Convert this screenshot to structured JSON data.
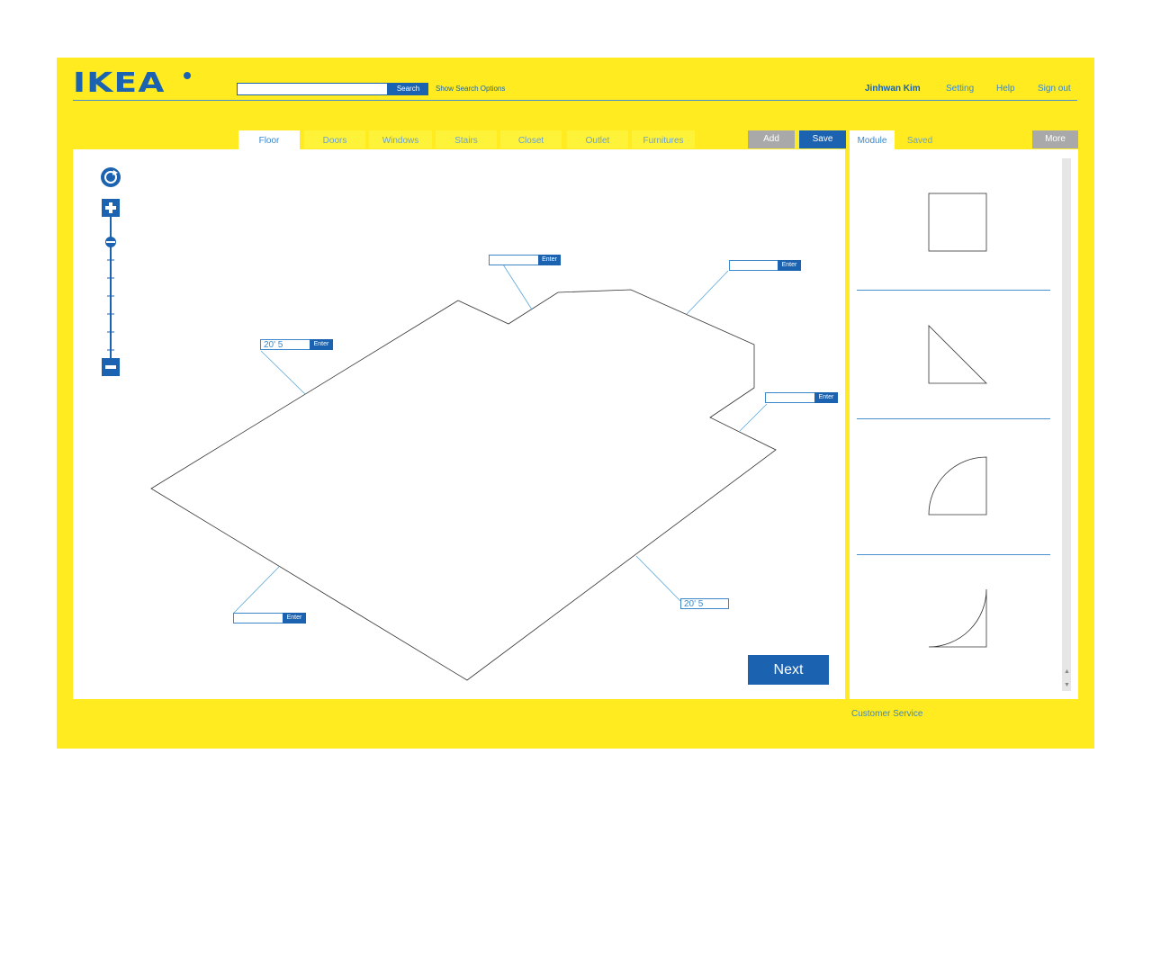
{
  "header": {
    "logo_text": "IKEA",
    "search": {
      "value": "",
      "button_label": "Search",
      "options_label": "Show Search Options"
    },
    "user_name": "Jinhwan Kim",
    "links": [
      "Setting",
      "Help",
      "Sign out"
    ]
  },
  "tabs": [
    {
      "label": "Floor",
      "active": true
    },
    {
      "label": "Doors"
    },
    {
      "label": "Windows"
    },
    {
      "label": "Stairs"
    },
    {
      "label": "Closet"
    },
    {
      "label": "Outlet"
    },
    {
      "label": "Furnitures"
    }
  ],
  "actions": {
    "add_label": "Add",
    "save_label": "Save",
    "more_label": "More"
  },
  "panel": {
    "tabs": [
      {
        "label": "Module",
        "active": true
      },
      {
        "label": "Saved"
      }
    ],
    "modules": [
      "square-module",
      "triangle-module",
      "quarter-circle-module",
      "concave-curve-module"
    ]
  },
  "canvas": {
    "dimensions": [
      {
        "value": "",
        "button": "Enter"
      },
      {
        "value": "",
        "button": "Enter"
      },
      {
        "value": "20' 5",
        "button": "Enter"
      },
      {
        "value": "",
        "button": "Enter"
      },
      {
        "value": "",
        "button": "Enter"
      },
      {
        "value": "20' 5",
        "button": ""
      }
    ],
    "next_label": "Next"
  },
  "footer": {
    "customer_service": "Customer Service"
  },
  "colors": {
    "brand_blue": "#1b63b0",
    "brand_yellow": "#ffeb1f",
    "link_blue": "#3b87c9"
  },
  "icons": [
    "refresh-icon",
    "zoom-in-icon",
    "zoom-out-icon",
    "zoom-slider"
  ]
}
